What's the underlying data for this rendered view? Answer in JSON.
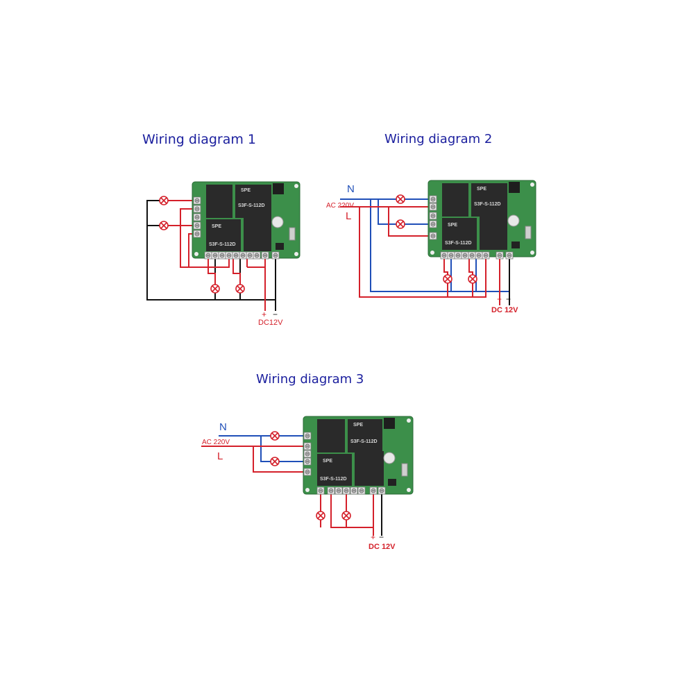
{
  "diagram1": {
    "title": "Wiring diagram 1",
    "plus": "+",
    "minus": "−",
    "dc": "DC12V"
  },
  "diagram2": {
    "title": "Wiring diagram 2",
    "n": "N",
    "ac": "AC 220V",
    "l": "L",
    "plus": "+",
    "minus": "−",
    "dc": "DC 12V"
  },
  "diagram3": {
    "title": "Wiring diagram 3",
    "n": "N",
    "ac": "AC 220V",
    "l": "L",
    "plus": "+",
    "minus": "−",
    "dc": "DC 12V"
  },
  "relay": {
    "brand": "SPE",
    "model": "S3F-S-112D"
  },
  "colors": {
    "title": "#1b1f9e",
    "red_wire": "#d4202a",
    "blue_wire": "#1f4fb8",
    "black_wire": "#111111",
    "pcb": "#3c8f4a",
    "relay": "#2a2a2a"
  }
}
